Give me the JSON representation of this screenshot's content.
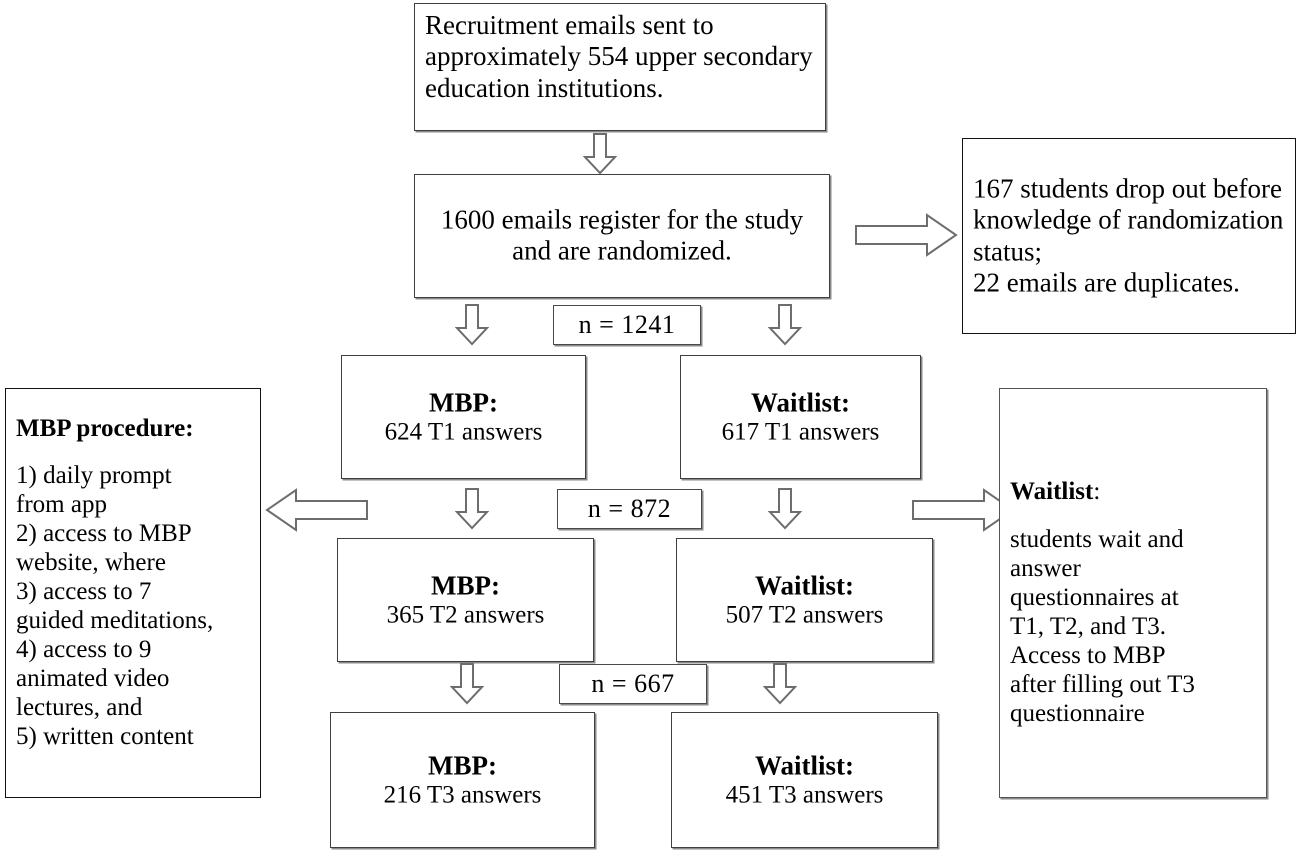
{
  "diagram": {
    "type": "study-flow-chart",
    "nodes": {
      "recruitment": {
        "text": "Recruitment emails sent to approximately 554 upper secondary education institutions."
      },
      "registered": {
        "text": "1600 emails register for the study and are randomized."
      },
      "dropout": {
        "text": "167 students drop out before knowledge of randomization status;\n22 emails are duplicates."
      },
      "mbp_procedure": {
        "heading": "MBP procedure:",
        "body": "1) daily prompt\nfrom app\n2) access to MBP\nwebsite, where\n3) access to 7\nguided meditations,\n4) access to 9\nanimated video\nlectures, and\n5) written content"
      },
      "waitlist_procedure": {
        "heading": "Waitlist",
        "heading_suffix": ":",
        "body": "students wait and\nanswer\nquestionnaires at\nT1, T2, and T3.\nAccess to MBP\nafter filling out T3\nquestionnaire"
      },
      "mbp_t1": {
        "title": "MBP:",
        "sub": "624 T1 answers"
      },
      "waitlist_t1": {
        "title": "Waitlist:",
        "sub": "617 T1 answers"
      },
      "mbp_t2": {
        "title": "MBP:",
        "sub": "365 T2 answers"
      },
      "waitlist_t2": {
        "title": "Waitlist:",
        "sub": "507 T2 answers"
      },
      "mbp_t3": {
        "title": "MBP:",
        "sub": "216 T3 answers"
      },
      "waitlist_t3": {
        "title": "Waitlist:",
        "sub": "451 T3 answers"
      }
    },
    "n_labels": {
      "t1": "n = 1241",
      "t2": "n = 872",
      "t3": "n = 667"
    },
    "arrows": {
      "down_recruit_to_registered": "arrow-down-icon",
      "right_registered_to_dropout": "arrow-right-icon",
      "down_to_mbp_t1": "arrow-down-icon",
      "down_to_waitlist_t1": "arrow-down-icon",
      "left_to_mbp_procedure": "arrow-left-icon",
      "down_to_mbp_t2": "arrow-down-icon",
      "down_to_waitlist_t2": "arrow-down-icon",
      "right_to_waitlist_procedure": "arrow-right-icon",
      "down_to_mbp_t3": "arrow-down-icon",
      "down_to_waitlist_t3": "arrow-down-icon"
    },
    "colors": {
      "border": "#3f3f3f",
      "shadow": "#8a8a8a",
      "text": "#000000",
      "background": "#ffffff"
    }
  }
}
